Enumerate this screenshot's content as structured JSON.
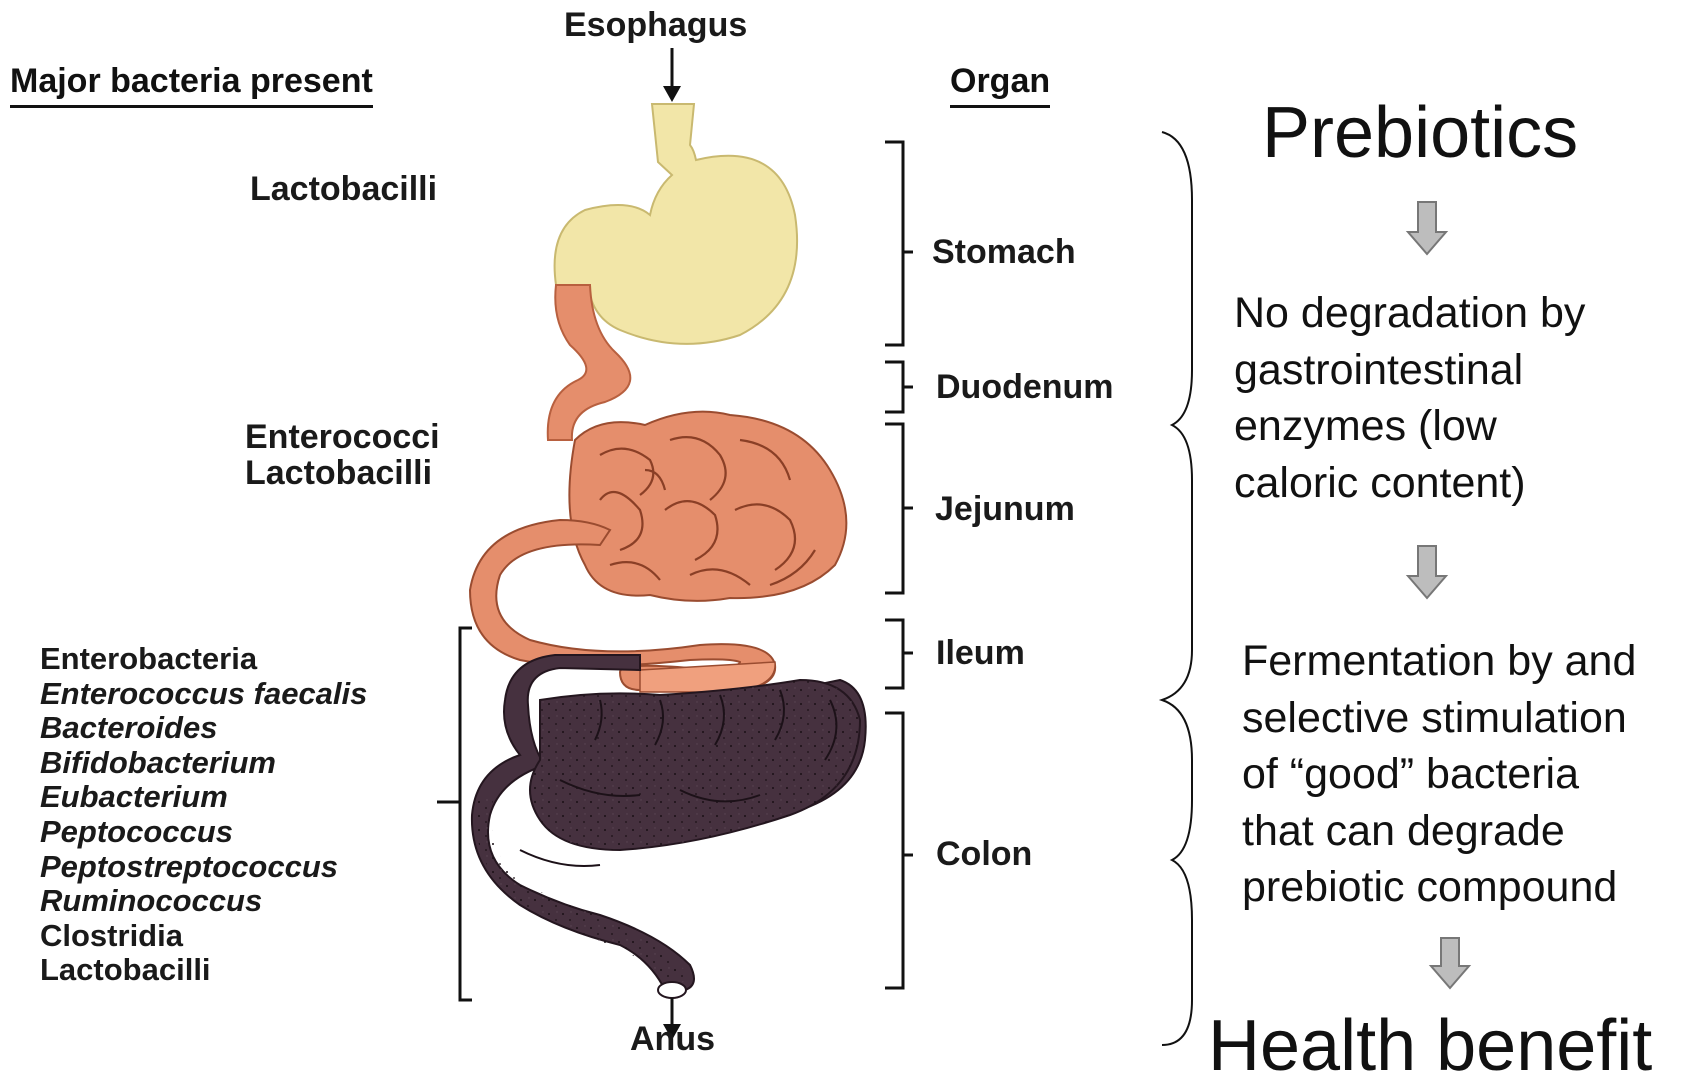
{
  "left": {
    "header": "Major bacteria present",
    "stomach_bacteria": "Lactobacilli",
    "small_intestine_bacteria": [
      "Enterococci",
      "Lactobacilli"
    ],
    "colon_bacteria": [
      {
        "name": "Enterobacteria",
        "italic": false
      },
      {
        "name": "Enterococcus faecalis",
        "italic": true
      },
      {
        "name": "Bacteroides",
        "italic": true
      },
      {
        "name": "Bifidobacterium",
        "italic": true
      },
      {
        "name": "Eubacterium",
        "italic": true
      },
      {
        "name": "Peptococcus",
        "italic": true
      },
      {
        "name": "Peptostreptococcus",
        "italic": true
      },
      {
        "name": "Ruminococcus",
        "italic": true
      },
      {
        "name": "Clostridia",
        "italic": false
      },
      {
        "name": "Lactobacilli",
        "italic": false
      }
    ]
  },
  "tract": {
    "top_label": "Esophagus",
    "bottom_label": "Anus"
  },
  "organs": {
    "header": "Organ",
    "items": [
      "Stomach",
      "Duodenum",
      "Jejunum",
      "Ileum",
      "Colon"
    ]
  },
  "flow": {
    "title": "Prebiotics",
    "step1": [
      "No degradation by",
      "gastrointestinal",
      "enzymes (low",
      "caloric content)"
    ],
    "step2": [
      "Fermentation by and",
      "selective stimulation",
      "of “good” bacteria",
      "that can degrade",
      "prebiotic compound"
    ],
    "result": "Health benefit"
  },
  "colors": {
    "stomach": "#f2e6a8",
    "small_intestine": "#e58e6c",
    "ileum_end": "#f0a07e",
    "colon": "#46313f",
    "ink": "#111111",
    "arrow_fill": "#bdbdbd"
  }
}
